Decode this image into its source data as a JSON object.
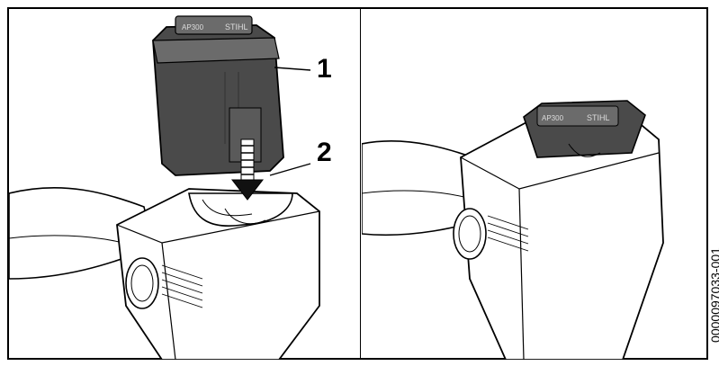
{
  "callouts": {
    "battery": "1",
    "receptacle": "2"
  },
  "battery_label_text": "STIHL",
  "battery_model_text": "AP300",
  "document_id": "0000097033-001",
  "colors": {
    "line": "#000000",
    "body": "#ffffff",
    "battery": "#4a4a4a",
    "battery_top": "#6b6b6b",
    "arrow": "#111111"
  }
}
